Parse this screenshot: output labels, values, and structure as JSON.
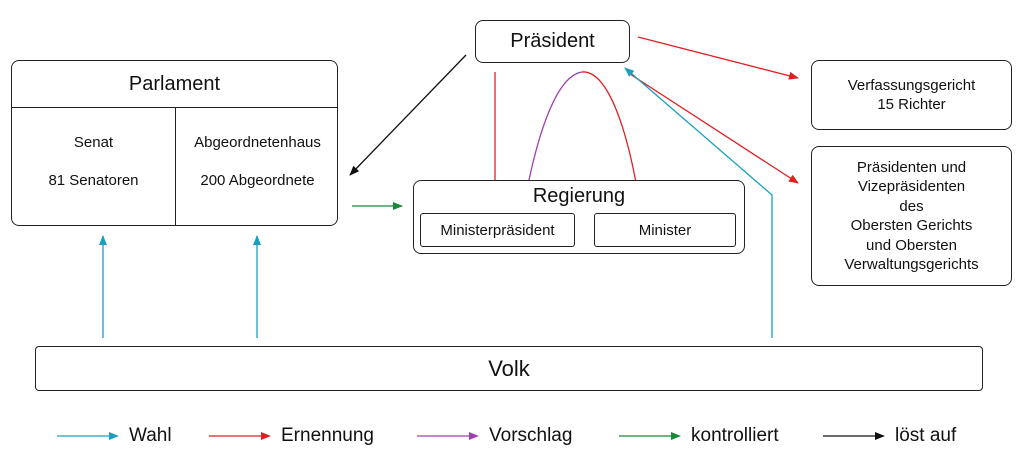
{
  "president": {
    "label": "Präsident"
  },
  "parliament": {
    "title": "Parlament",
    "senate": {
      "name": "Senat",
      "members": "81 Senatoren"
    },
    "house": {
      "name": "Abgeordnetenhaus",
      "members": "200 Abgeordnete"
    }
  },
  "government": {
    "title": "Regierung",
    "pm": "Ministerpräsident",
    "minister": "Minister"
  },
  "constitutional_court": {
    "line1": "Verfassungsgericht",
    "line2": "15 Richter"
  },
  "courts": {
    "line1": "Präsidenten und",
    "line2": "Vizepräsidenten",
    "line3": "des",
    "line4": "Obersten Gerichts",
    "line5": "und Obersten",
    "line6": "Verwaltungsgerichts"
  },
  "people": {
    "label": "Volk"
  },
  "colors": {
    "wahl": "#1a9fc0",
    "ernennung": "#e02020",
    "vorschlag": "#a040b0",
    "kontrolliert": "#1a8a3a",
    "loest_auf": "#111111"
  },
  "legend": {
    "wahl": "Wahl",
    "ernennung": "Ernennung",
    "vorschlag": "Vorschlag",
    "kontrolliert": "kontrolliert",
    "loest_auf": "löst auf"
  }
}
